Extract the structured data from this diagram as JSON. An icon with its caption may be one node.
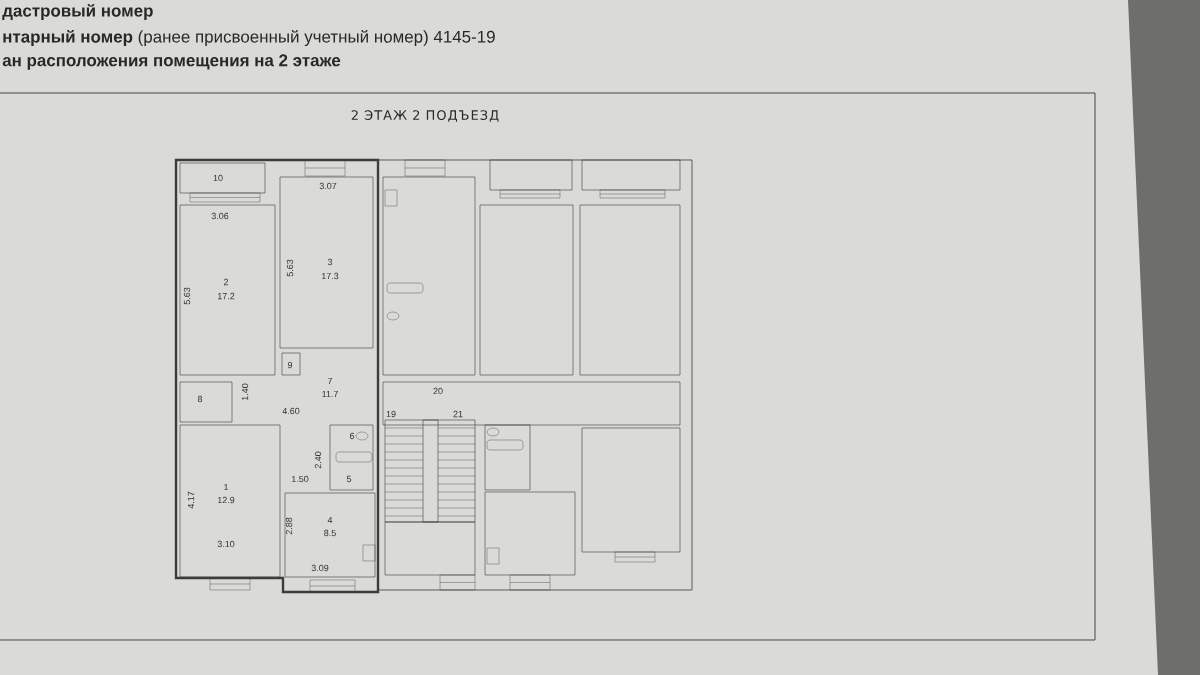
{
  "diagram": {
    "labels": [
      "дастровый номер",
      "**нтарный номер** (ранее присвоенный учетный номер) 4145-19",
      "ан расположения помещения на 2 этаже",
      "2 ЭТАЖ 2 ПОДЪЕЗД",
      "10",
      "3.07",
      "3.06",
      "5.63",
      "3",
      "17.3",
      "5.63",
      "2",
      "17.2",
      "9",
      "7",
      "11.7",
      "8",
      "1.40",
      "4.60",
      "19",
      "20",
      "21",
      "6",
      "2.40",
      "5",
      "1.50",
      "1",
      "12.9",
      "4.17",
      "4",
      "8.5",
      "2.88",
      "3.10",
      "3.09"
    ]
  }
}
